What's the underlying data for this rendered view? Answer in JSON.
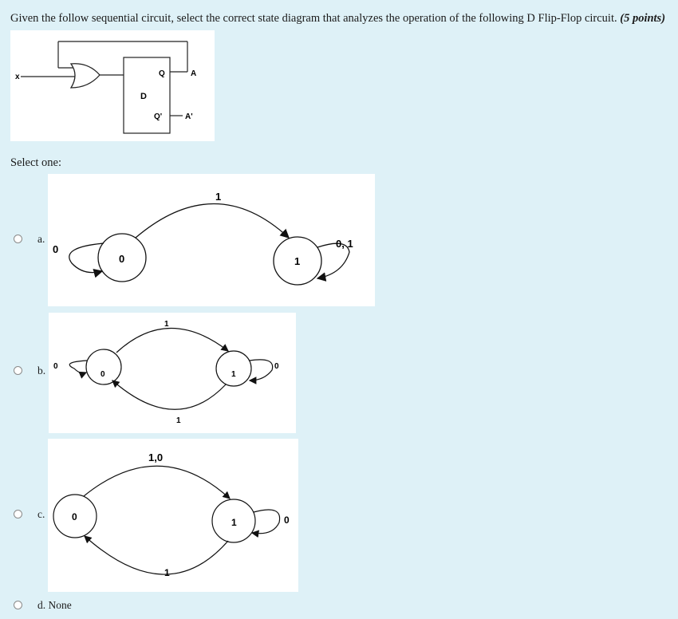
{
  "question": {
    "text": "Given the follow sequential circuit, select the correct state diagram that analyzes the operation of the following D Flip-Flop circuit.",
    "points": "(5 points)"
  },
  "circuit": {
    "input_label": "x",
    "d_label": "D",
    "q_label": "Q",
    "qbar_label": "Q'",
    "out_a_label": "A",
    "out_abar_label": "A'"
  },
  "select_one_label": "Select one:",
  "options": [
    {
      "letter": "a.",
      "state0": "0",
      "state1": "1",
      "arc_top": "1",
      "loop0": "0",
      "loop1": "0, 1"
    },
    {
      "letter": "b.",
      "state0": "0",
      "state1": "1",
      "arc_top": "1",
      "arc_bottom": "1",
      "loop0": "0",
      "loop1": "0"
    },
    {
      "letter": "c.",
      "state0": "0",
      "state1": "1",
      "arc_top": "1,0",
      "arc_bottom": "1",
      "loop1": "0"
    },
    {
      "letter": "d. None"
    }
  ]
}
